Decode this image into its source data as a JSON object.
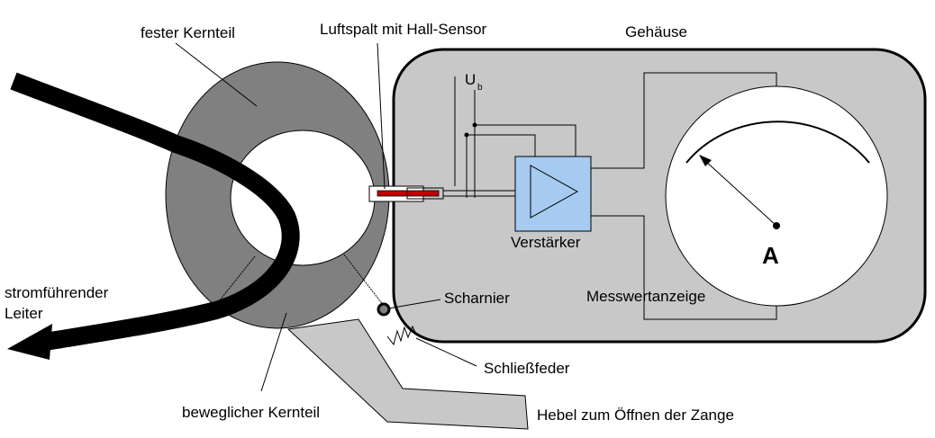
{
  "labels": {
    "fixed_core": "fester Kernteil",
    "air_gap": "Luftspalt mit Hall-Sensor",
    "housing": "Gehäuse",
    "supply_voltage_main": "U",
    "supply_voltage_sub": "b",
    "amplifier": "Verstärker",
    "ammeter_symbol": "A",
    "current_conductor_line1": "stromführender",
    "current_conductor_line2": "Leiter",
    "hinge": "Scharnier",
    "display": "Messwertanzeige",
    "closing_spring": "Schließfeder",
    "movable_core": "beweglicher Kernteil",
    "lever": "Hebel zum Öffnen der Zange"
  },
  "colors": {
    "housing_fill": "#c8c8c8",
    "core_fill": "#808080",
    "lever_fill": "#c8c8c8",
    "amplifier_fill": "#a6caf0",
    "hall_sensor": "#c00000",
    "conductor": "#000000",
    "meter_face": "#ffffff"
  }
}
